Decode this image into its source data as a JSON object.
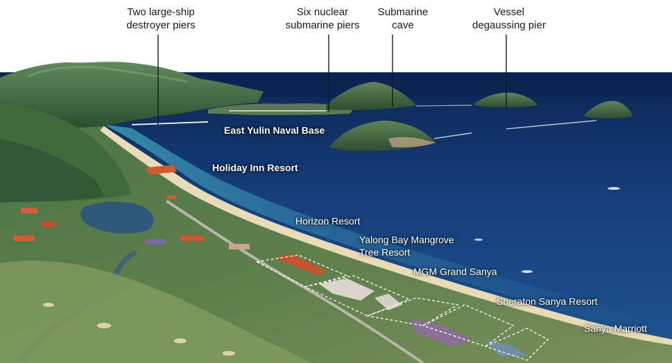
{
  "colors": {
    "sea_deep": "#0c2a5c",
    "sea": "#17498a",
    "sea_shallow": "#2f7fb0",
    "beach": "#e6d8b2",
    "forest": "#3d6b3a",
    "forest_dark": "#24452a",
    "lowland": "#6f8a52",
    "lagoon": "#2f5a7a",
    "resort_roof": "#c8552f",
    "leader_line": "#1a1a1a"
  },
  "callouts": [
    {
      "id": "destroyer-piers",
      "text": "Two large-ship\ndestroyer piers"
    },
    {
      "id": "nuclear-submarine-piers",
      "text": "Six nuclear\nsubmarine piers"
    },
    {
      "id": "submarine-cave",
      "text": "Submarine\ncave"
    },
    {
      "id": "degaussing-pier",
      "text": "Vessel\ndegaussing pier"
    }
  ],
  "places": [
    {
      "id": "east-yulin-naval-base",
      "text": "East Yulin Naval Base",
      "style": "bold"
    },
    {
      "id": "holiday-inn-resort",
      "text": "Holiday Inn Resort",
      "style": "bold"
    },
    {
      "id": "horizon-resort",
      "text": "Horizon Resort",
      "style": "regular"
    },
    {
      "id": "yalong-bay-mangrove-tree-resort",
      "text": "Yalong Bay Mangrove\nTree Resort",
      "style": "regular"
    },
    {
      "id": "mgm-grand-sanya",
      "text": "MGM Grand Sanya",
      "style": "regular"
    },
    {
      "id": "sheraton-sanya-resort",
      "text": "Sheraton Sanya Resort",
      "style": "regular"
    },
    {
      "id": "sanya-marriott",
      "text": "Sanya Marriott",
      "style": "regular"
    }
  ]
}
